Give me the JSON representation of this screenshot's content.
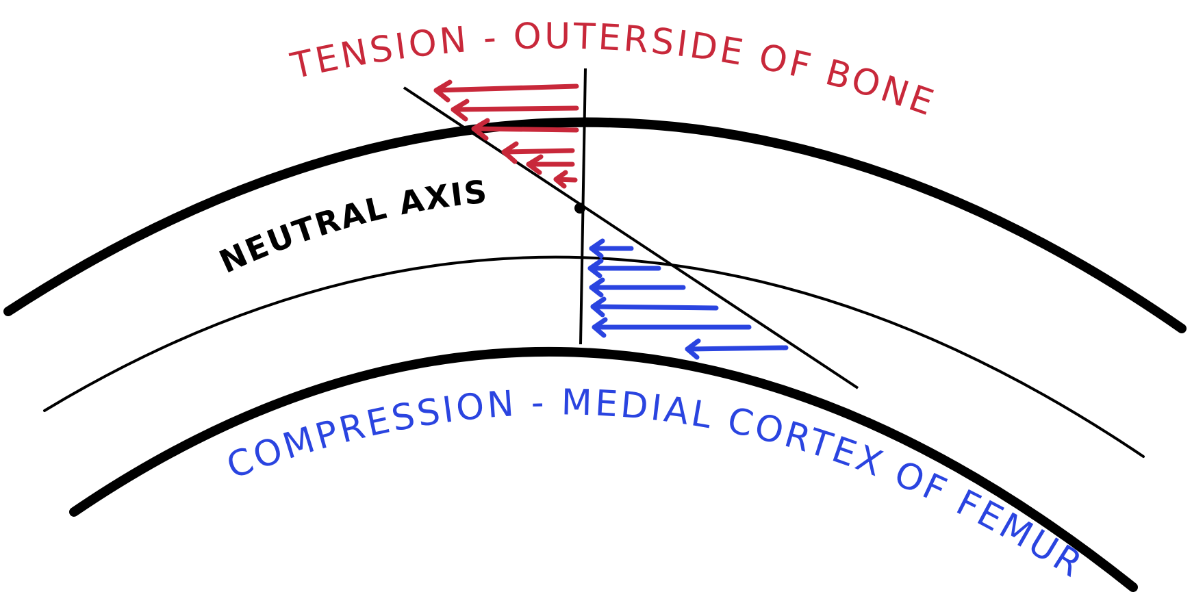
{
  "labels": {
    "tension": "TENSION - OUTERSIDE OF BONE",
    "neutral": "NEUTRAL AXIS",
    "compression": "COMPRESSION - MEDIAL CORTEX OF FEMUR"
  },
  "colors": {
    "outline": "#000000",
    "tension": "#c8283a",
    "compression": "#2a44e0"
  }
}
